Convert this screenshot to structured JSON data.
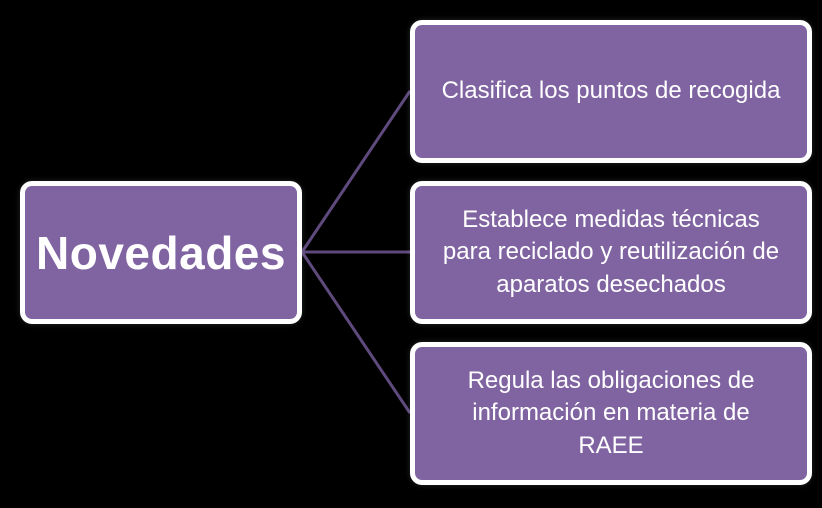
{
  "diagram": {
    "root": {
      "label": "Novedades"
    },
    "children": [
      {
        "label": "Clasifica los puntos de recogida"
      },
      {
        "label": "Establece medidas técnicas\npara reciclado y reutilización de\naparatos desechados"
      },
      {
        "label": "Regula las obligaciones de\ninformación en materia de\nRAEE"
      }
    ],
    "colors": {
      "background": "#000000",
      "box_fill": "#8064a2",
      "box_border": "#ffffff",
      "connector": "#5f4a7d",
      "text": "#ffffff"
    }
  }
}
